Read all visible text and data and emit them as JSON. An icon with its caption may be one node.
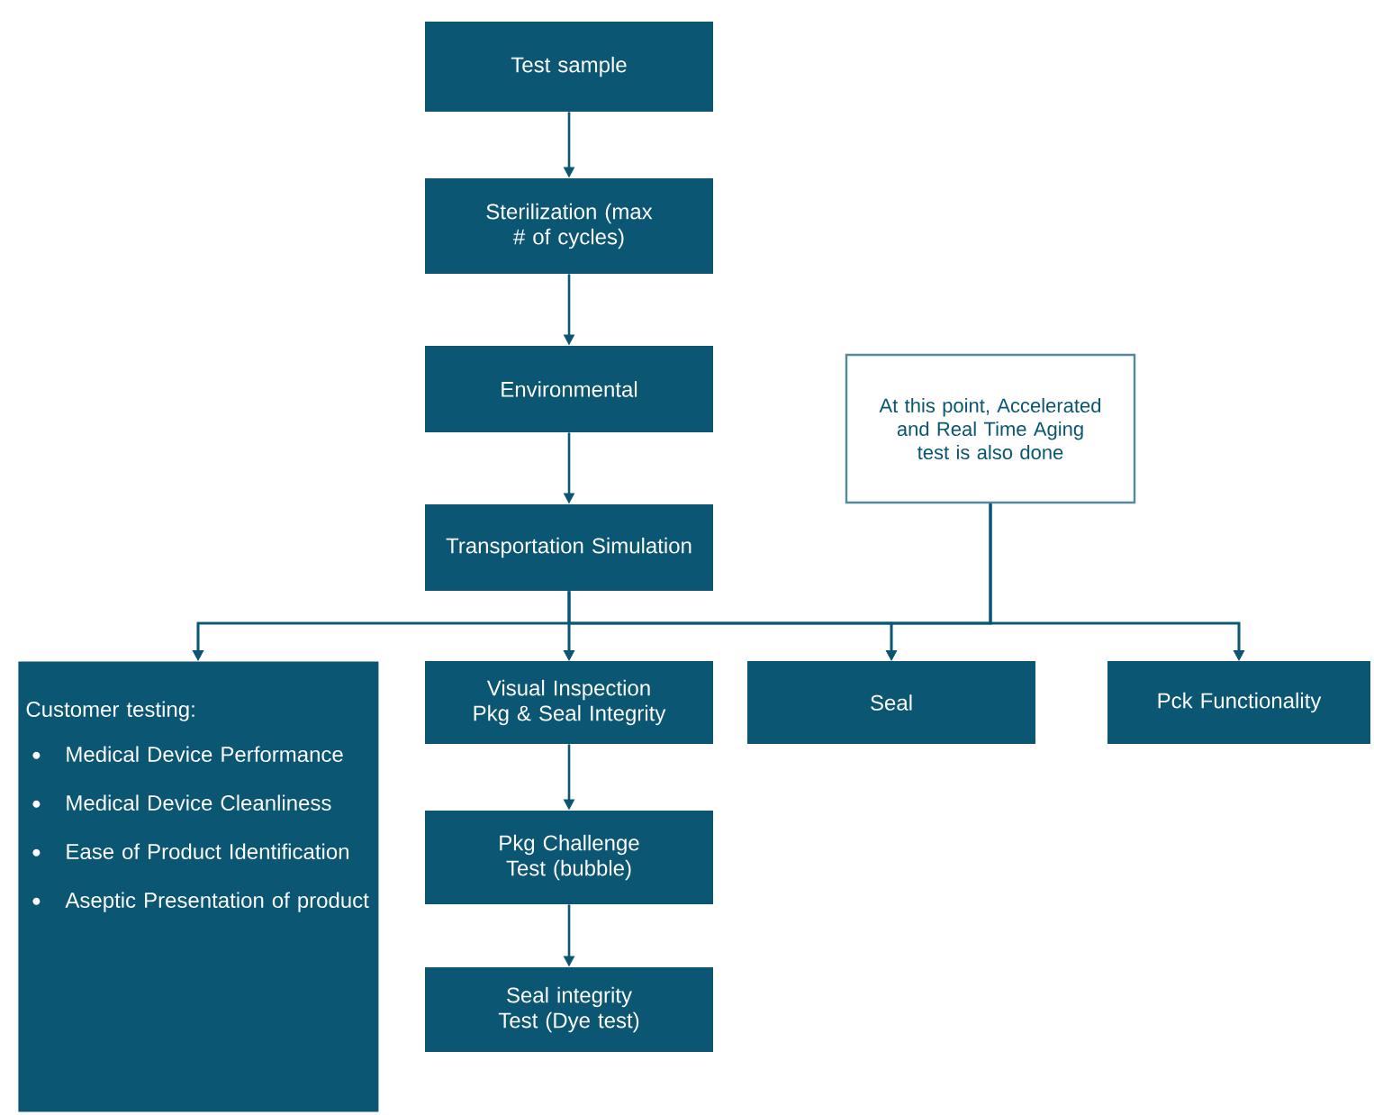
{
  "diagram": {
    "nodes": [
      {
        "text": [
          "Test sample"
        ]
      },
      {
        "text": [
          "Sterilization (max # of cycles)"
        ]
      },
      {
        "text": [
          "Environmental"
        ]
      },
      {
        "text": [
          "At this point, Accelerated and Real Time Aging test is also done"
        ]
      },
      {
        "text": [
          "Transportation Simulation"
        ]
      },
      {
        "text": [
          "Customer testing:",
          "Medical Device Performance",
          "Medical Device Cleanliness",
          "Ease of Product Identification",
          "Aseptic Presentation of product"
        ]
      },
      {
        "text": [
          "Visual Inspection Pkg & Seal Integrity"
        ]
      },
      {
        "text": [
          "Seal"
        ]
      },
      {
        "text": [
          "Pck Functionality"
        ]
      },
      {
        "text": [
          "Pkg Challenge Test (bubble)"
        ]
      },
      {
        "text": [
          "Seal integrity Test (Dye test)"
        ]
      }
    ],
    "edges": [
      {
        "from": 0,
        "to": 1,
        "arrow": "to"
      },
      {
        "from": 1,
        "to": 2,
        "arrow": "to"
      },
      {
        "from": 2,
        "to": 4,
        "arrow": "to"
      },
      {
        "from": 4,
        "to": 5,
        "arrow": "to"
      },
      {
        "from": 4,
        "to": 6,
        "arrow": "to"
      },
      {
        "from": 4,
        "to": 7,
        "arrow": "to"
      },
      {
        "from": 4,
        "to": 8,
        "arrow": "to"
      },
      {
        "from": 3,
        "to": 5,
        "arrow": "to"
      },
      {
        "from": 3,
        "to": 6,
        "arrow": "to"
      },
      {
        "from": 3,
        "to": 7,
        "arrow": "to"
      },
      {
        "from": 3,
        "to": 8,
        "arrow": "to"
      },
      {
        "from": 6,
        "to": 9,
        "arrow": "to"
      },
      {
        "from": 9,
        "to": 10,
        "arrow": "to"
      }
    ]
  }
}
